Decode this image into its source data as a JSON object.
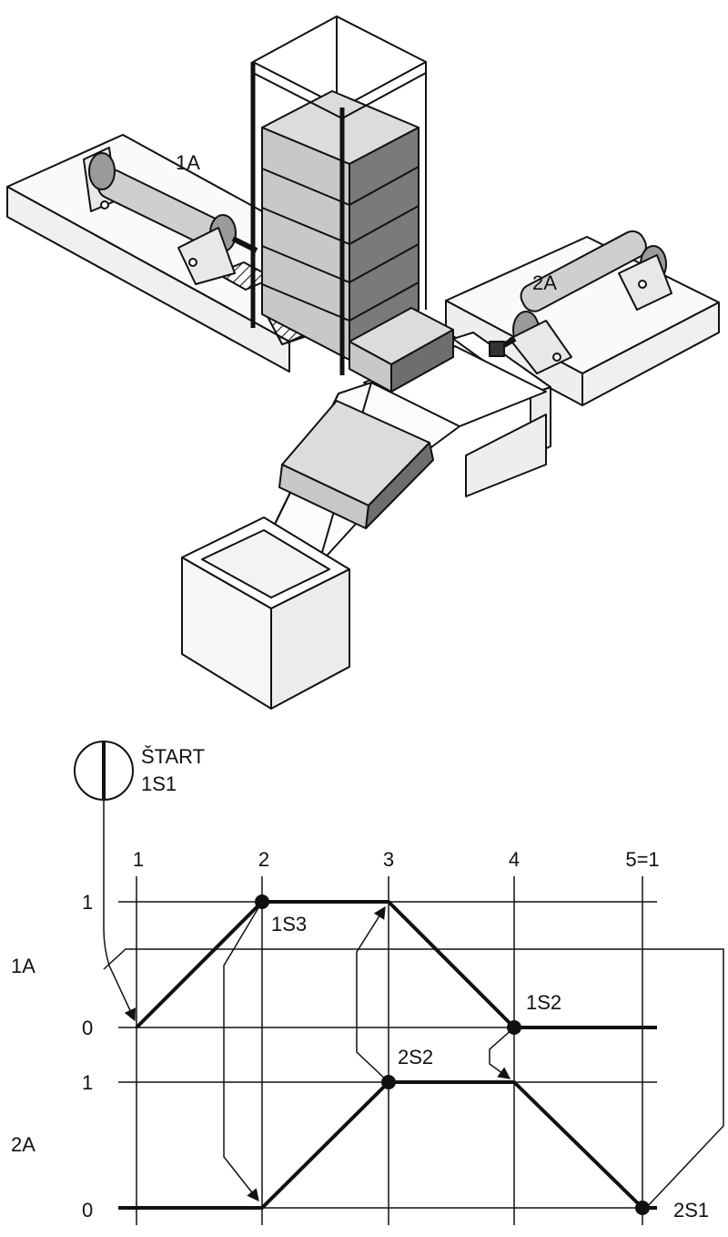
{
  "illustration": {
    "cylinder_1_label": "1A",
    "cylinder_2_label": "2A"
  },
  "diagram": {
    "start_label": "ŠTART",
    "start_sensor": "1S1",
    "steps": [
      "1",
      "2",
      "3",
      "4",
      "5=1"
    ],
    "cylinder_1": {
      "name": "1A",
      "level_high": "1",
      "level_low": "0"
    },
    "cylinder_2": {
      "name": "2A",
      "level_high": "1",
      "level_low": "0"
    },
    "sensors": {
      "s1S3": "1S3",
      "s2S2": "2S2",
      "s1S2": "1S2",
      "s2S1": "2S1"
    },
    "colors": {
      "line": "#111111",
      "box_top": "#dcdcdc",
      "box_side": "#7a7a7a"
    }
  }
}
